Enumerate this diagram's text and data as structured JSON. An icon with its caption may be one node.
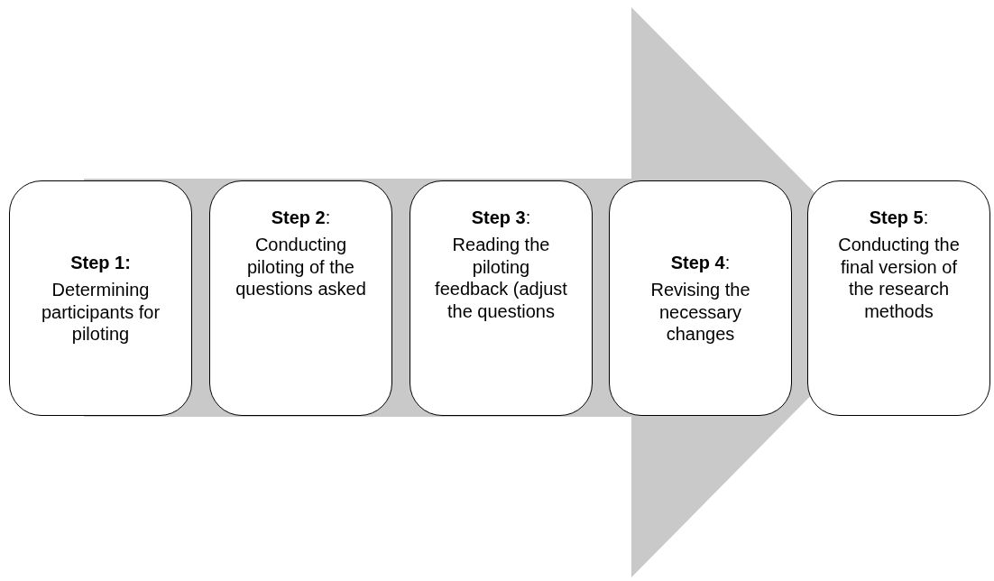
{
  "diagram": {
    "nodes": [
      {
        "text": [
          "**Step 1:**",
          "Determining participants for piloting"
        ]
      },
      {
        "text": [
          "**Step 2**:",
          "Conducting piloting of the questions asked"
        ]
      },
      {
        "text": [
          "**Step 3**:",
          "Reading the piloting feedback (adjust the questions"
        ]
      },
      {
        "text": [
          "**Step 4**:",
          "Revising the necessary changes"
        ]
      },
      {
        "text": [
          "**Step 5**:",
          "Conducting the final version of the research methods"
        ]
      }
    ],
    "edges": [
      {
        "from": 0,
        "to": 4,
        "arrow": "to"
      }
    ]
  }
}
